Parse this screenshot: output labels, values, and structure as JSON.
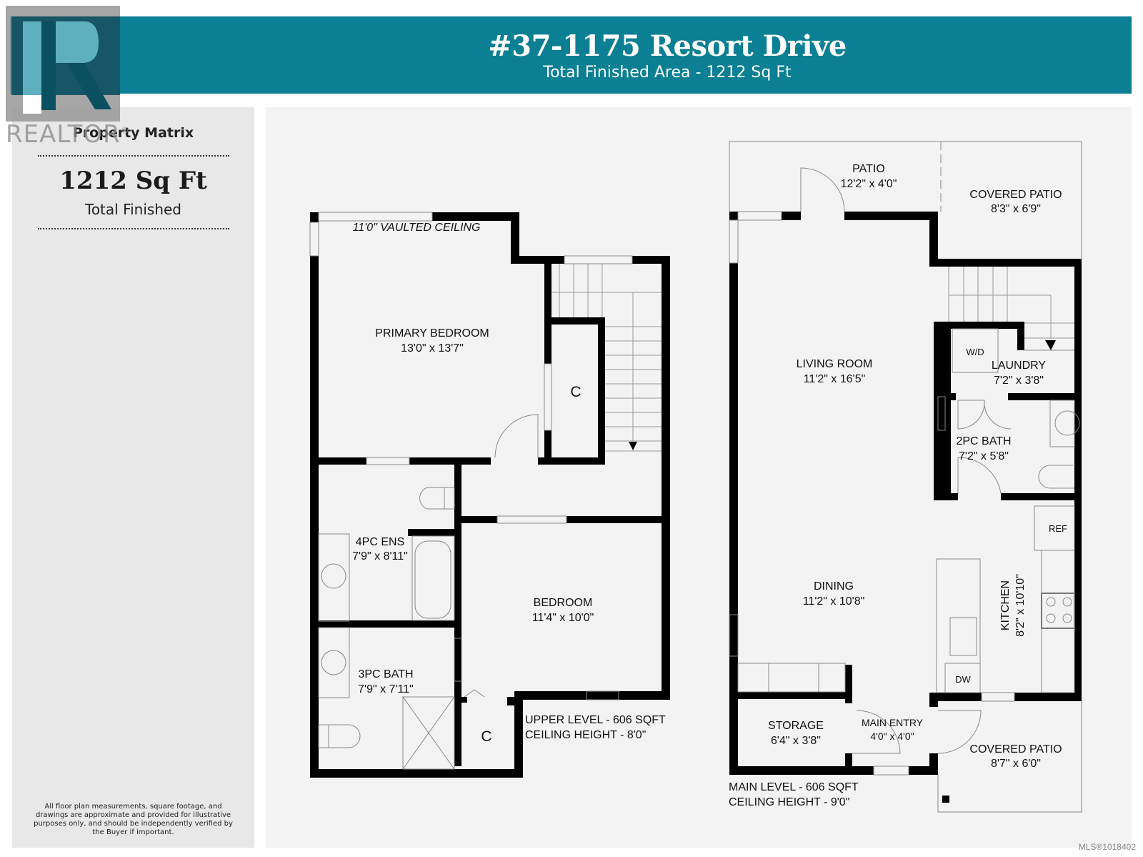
{
  "header": {
    "address": "#37-1175 Resort Drive",
    "subtitle": "Total Finished Area - 1212 Sq Ft"
  },
  "sidebar": {
    "brand": "Property Matrix",
    "sqft": "1212 Sq Ft",
    "sqft_caption": "Total Finished",
    "disclaimer": "All floor plan measurements, square footage, and drawings are approximate and provided for illustrative purposes only, and should be independently verified by the Buyer if important."
  },
  "watermark": {
    "logo_word": "REALTOR",
    "registered_mark": "®",
    "mls": "MLS®1018402"
  },
  "colors": {
    "banner": "#0b7f93",
    "sidebar_bg": "#e8e8e8",
    "plan_bg": "#f3f3f3",
    "walls": "#000000"
  },
  "upper_level": {
    "label": "UPPER LEVEL - 606 SQFT",
    "ceiling": "CEILING HEIGHT - 8'0\"",
    "vaulted_note": "11'0\" VAULTED CEILING",
    "rooms": [
      {
        "name": "PRIMARY BEDROOM",
        "dims": "13'0\" x 13'7\""
      },
      {
        "name": "C",
        "dims": ""
      },
      {
        "name": "4PC ENS",
        "dims": "7'9\" x 8'11\""
      },
      {
        "name": "BEDROOM",
        "dims": "11'4\" x 10'0\""
      },
      {
        "name": "3PC BATH",
        "dims": "7'9\" x 7'11\""
      },
      {
        "name": "C",
        "dims": ""
      }
    ]
  },
  "main_level": {
    "label": "MAIN LEVEL - 606 SQFT",
    "ceiling": "CEILING HEIGHT - 9'0\"",
    "rooms": [
      {
        "name": "PATIO",
        "dims": "12'2\" x 4'0\""
      },
      {
        "name": "COVERED PATIO",
        "dims": "8'3\" x 6'9\""
      },
      {
        "name": "LIVING ROOM",
        "dims": "11'2\" x 16'5\""
      },
      {
        "name": "LAUNDRY",
        "dims": "7'2\" x 3'8\""
      },
      {
        "name": "2PC BATH",
        "dims": "7'2\" x 5'8\""
      },
      {
        "name": "DINING",
        "dims": "11'2\" x 10'8\""
      },
      {
        "name": "KITCHEN",
        "dims": "8'2\" x 10'10\""
      },
      {
        "name": "STORAGE",
        "dims": "6'4\" x 3'8\""
      },
      {
        "name": "MAIN ENTRY",
        "dims": "4'0\" x 4'0\""
      },
      {
        "name": "COVERED PATIO",
        "dims": "8'7\" x 6'0\""
      }
    ],
    "fixtures": {
      "washer_dryer": "W/D",
      "fridge": "REF",
      "dishwasher": "DW"
    }
  }
}
